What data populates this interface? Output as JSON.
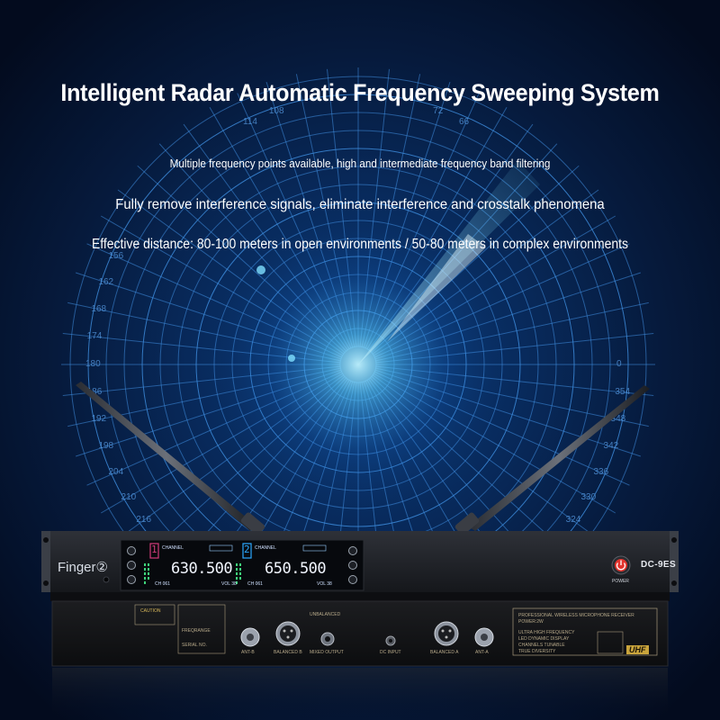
{
  "headline": {
    "title": "Intelligent Radar Automatic Frequency Sweeping System",
    "line1": "Multiple frequency points available, high and intermediate frequency band filtering",
    "line2": "Fully remove interference signals, eliminate interference and crosstalk phenomena",
    "line3": "Effective distance: 80-100 meters in open environments / 50-80 meters in complex environments"
  },
  "radar_degrees": [
    "114",
    "108",
    "72",
    "66",
    "156",
    "162",
    "168",
    "174",
    "180",
    "186",
    "192",
    "198",
    "204",
    "210",
    "216",
    "324",
    "330",
    "336",
    "342",
    "348",
    "354",
    "0"
  ],
  "device": {
    "brand": "Finger②",
    "model": "DC-9ES",
    "power_label": "POWER",
    "ch1": {
      "number": "1",
      "label": "CHANNEL",
      "freq": "630.500",
      "ch": "CH 061",
      "vol": "VOL 38"
    },
    "ch2": {
      "number": "2",
      "label": "CHANNEL",
      "freq": "650.500",
      "ch": "CH 061",
      "vol": "VOL 38"
    },
    "rear": {
      "caution": "CAUTION",
      "freqrange": "FREQRANGE",
      "serial": "SERIAL NO.",
      "ant_b": "ANT-B",
      "balanced_b": "BALANCED B",
      "mixed_output": "MIXED OUTPUT",
      "unbalanced": "UNBALANCED",
      "dc_input": "DC INPUT",
      "balanced_a": "BALANCED A",
      "ant_a": "ANT-A",
      "spec_title": "PROFESSIONAL WIRELESS MICROPHONE RECEIVER",
      "power_2w": "POWER:2W",
      "feature1": "ULTRA HIGH FREQUENCY",
      "feature2": "LED DYNAMIC DISPLAY",
      "feature3": "CHANNELS TUNABLE",
      "feature4": "TRUE DIVERSITY",
      "uhf": "UHF"
    }
  }
}
